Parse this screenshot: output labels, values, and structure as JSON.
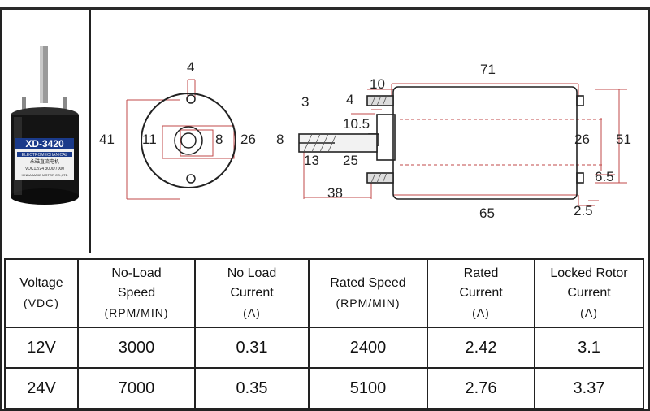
{
  "motor": {
    "model": "XD-3420",
    "brand_line": "ELECTROMECHANICAL",
    "subtitle": "永磁直流电机",
    "spec_line": "VDC12/24  3000/7000",
    "maker": "XINDA MAKE MOTOR CO.,LTD"
  },
  "dimensions": {
    "front": {
      "bolt": "4",
      "height": "41",
      "shaft_w_left": "11",
      "shaft_w_right": "8",
      "boss": "26"
    },
    "side": {
      "length": "71",
      "flange": "10",
      "bolt": "4",
      "key": "3",
      "boss_len": "10.5",
      "shaft": "8",
      "shaft_flat": "13",
      "shaft_len": "25",
      "total_shaft": "38",
      "body": "65",
      "diameter": "51",
      "rear_boss": "26",
      "terminal": "6.5",
      "terminal_gap": "2.5"
    }
  },
  "table": {
    "headers": [
      {
        "lines": [
          "Voltage"
        ],
        "unit": "(VDC)"
      },
      {
        "lines": [
          "No-Load",
          "Speed"
        ],
        "unit": "(RPM/MIN)"
      },
      {
        "lines": [
          "No Load",
          "Current"
        ],
        "unit": "(A)"
      },
      {
        "lines": [
          "Rated Speed"
        ],
        "unit": "(RPM/MIN)"
      },
      {
        "lines": [
          "Rated",
          "Current"
        ],
        "unit": "(A)"
      },
      {
        "lines": [
          "Locked Rotor",
          "Current"
        ],
        "unit": "(A)"
      }
    ],
    "rows": [
      [
        "12V",
        "3000",
        "0.31",
        "2400",
        "2.42",
        "3.1"
      ],
      [
        "24V",
        "7000",
        "0.35",
        "5100",
        "2.76",
        "3.37"
      ]
    ]
  }
}
